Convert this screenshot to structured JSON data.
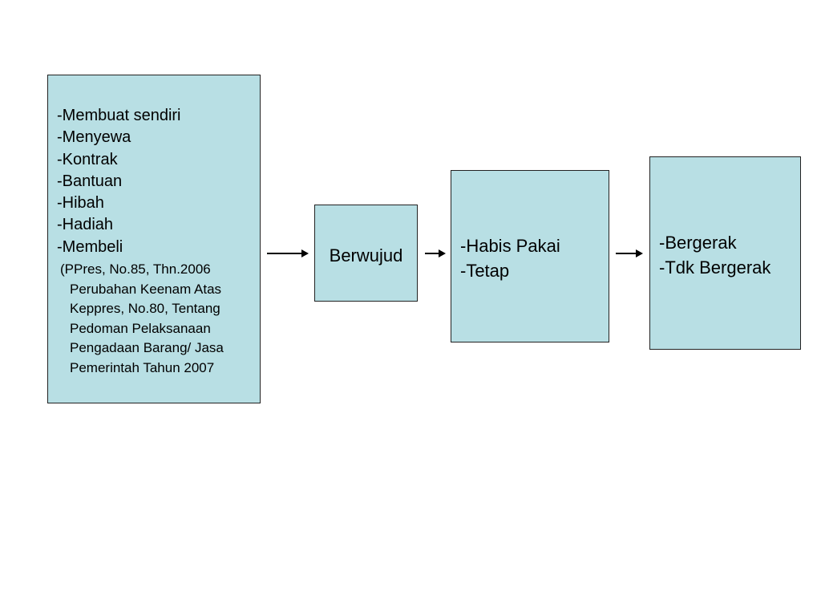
{
  "diagram": {
    "sources": {
      "items": [
        "-Membuat sendiri",
        "-Menyewa",
        "-Kontrak",
        "-Bantuan",
        "-Hibah",
        "-Hadiah",
        "-Membeli"
      ],
      "note_lines": [
        "(PPres, No.85, Thn.2006",
        "Perubahan Keenam Atas",
        "Keppres, No.80, Tentang",
        "Pedoman Pelaksanaan",
        "Pengadaan Barang/ Jasa",
        "Pemerintah Tahun 2007"
      ]
    },
    "berwujud": {
      "label": "Berwujud"
    },
    "habis_pakai": {
      "items": [
        "-Habis Pakai",
        "-Tetap"
      ]
    },
    "bergerak": {
      "items": [
        "-Bergerak",
        "-Tdk Bergerak"
      ]
    },
    "colors": {
      "box_fill": "#b8dfe4",
      "box_border": "#222222",
      "arrow": "#000000"
    }
  }
}
